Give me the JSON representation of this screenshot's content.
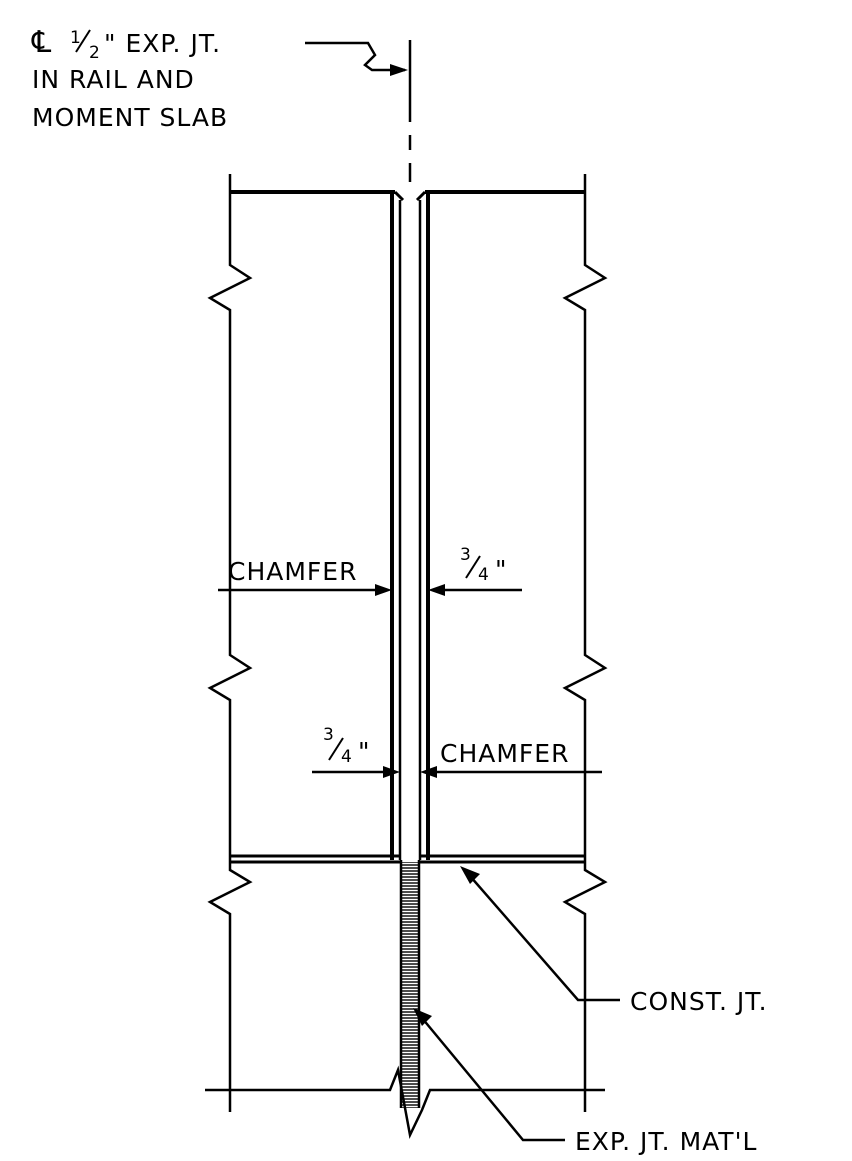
{
  "labels": {
    "cl_symbol": "℄",
    "cl_line1_fraction_num": "1",
    "cl_line1_fraction_den": "2",
    "cl_line1_text": "\" EXP. JT.",
    "cl_line2": "IN RAIL AND",
    "cl_line3": "MOMENT SLAB",
    "chamfer_upper": "CHAMFER",
    "dim_upper_num": "3",
    "dim_upper_den": "4",
    "dim_upper_unit": "\"",
    "dim_lower_num": "3",
    "dim_lower_den": "4",
    "dim_lower_unit": "\"",
    "chamfer_lower": "CHAMFER",
    "const_jt": "CONST. JT.",
    "exp_jt_matl": "EXP. JT. MAT'L"
  },
  "colors": {
    "line": "#000000",
    "background": "#ffffff"
  }
}
